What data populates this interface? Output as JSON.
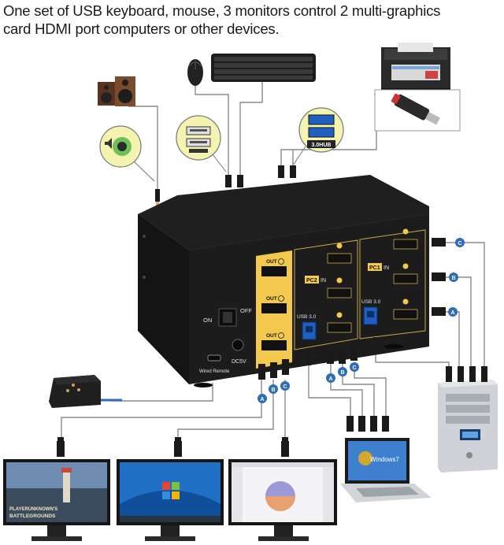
{
  "headline": {
    "line1": "One set of USB keyboard, mouse, 3 monitors control 2 multi-graphics",
    "line2": "card HDMI port computers or other devices."
  },
  "switch_panel": {
    "out_c": "OUT",
    "out_b": "OUT",
    "out_a": "OUT",
    "on_label": "ON",
    "off_label": "OFF",
    "dc_label": "DC5V",
    "remote_label": "Wired Remote",
    "pc2_tag": "PC2",
    "pc2_in": "IN",
    "pc1_tag": "PC1",
    "pc1_in": "IN",
    "usb_left": "USB 3.0",
    "usb_right": "USB 3.0"
  },
  "zoom_usb": {
    "hub_label": "3.0HUB"
  },
  "port_letters": {
    "a": "A",
    "b": "B",
    "c": "C"
  },
  "laptop": {
    "os_label": "Windows7"
  },
  "monitor_left": {
    "game_title_1": "PLAYERUNKNOWN'S",
    "game_title_2": "BATTLEGROUNDS"
  },
  "colors": {
    "panel_gold": "#f2c94c",
    "cable_blue": "#2f6db5",
    "usb_blue": "#1e5fbf",
    "switch_body": "#1c1c1c"
  }
}
